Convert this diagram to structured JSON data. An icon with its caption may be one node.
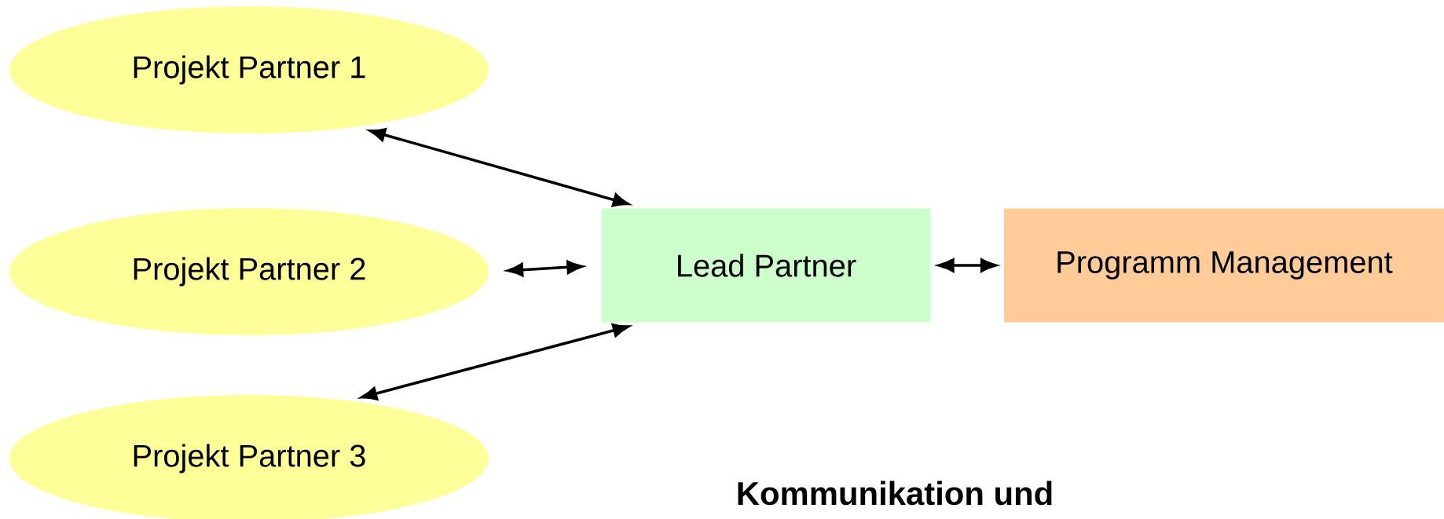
{
  "diagram": {
    "title": "Kommunikation und",
    "nodes": [
      {
        "text": [
          "Projekt Partner 1"
        ]
      },
      {
        "text": [
          "Projekt Partner 2"
        ]
      },
      {
        "text": [
          "Projekt Partner 3"
        ]
      },
      {
        "text": [
          "Lead Partner"
        ]
      },
      {
        "text": [
          "Programm Management"
        ]
      }
    ],
    "edges": [
      {
        "from": 0,
        "to": 3,
        "arrow": "both"
      },
      {
        "from": 1,
        "to": 3,
        "arrow": "both"
      },
      {
        "from": 2,
        "to": 3,
        "arrow": "both"
      },
      {
        "from": 3,
        "to": 4,
        "arrow": "both"
      }
    ]
  }
}
